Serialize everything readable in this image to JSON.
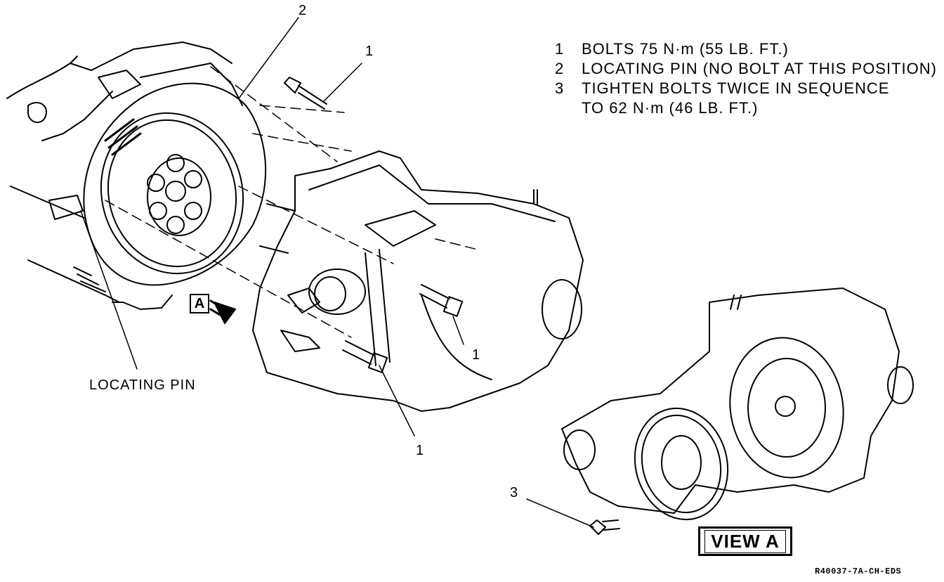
{
  "legend": [
    {
      "num": "1",
      "lines": [
        "BOLTS 75 N·m (55 LB. FT.)"
      ]
    },
    {
      "num": "2",
      "lines": [
        "LOCATING PIN (NO BOLT AT THIS POSITION)"
      ]
    },
    {
      "num": "3",
      "lines": [
        "TIGHTEN BOLTS TWICE IN SEQUENCE",
        "TO 62 N·m (46 LB. FT.)"
      ]
    }
  ],
  "callouts": {
    "c2_top": "2",
    "c1_top": "1",
    "c1_mid": "1",
    "c1_low": "1",
    "c3": "3"
  },
  "locating_pin_label": "LOCATING PIN",
  "view_a_label": "VIEW A",
  "view_marker": "A",
  "reference_code": "R40037-7A-CH-EDS"
}
